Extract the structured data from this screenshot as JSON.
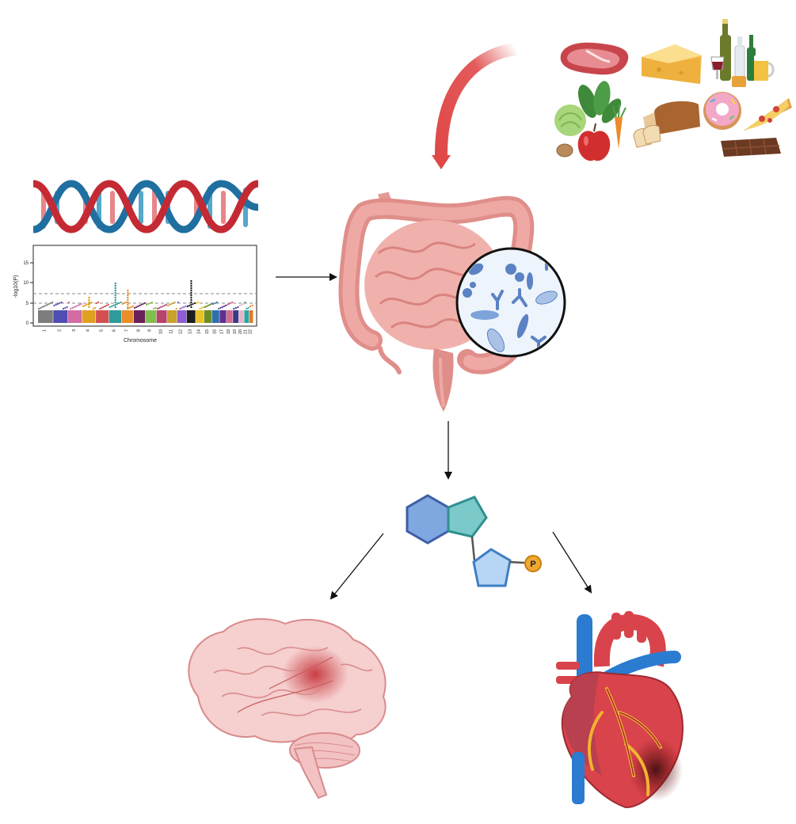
{
  "figure": {
    "manhattan": {
      "y_axis_label": "-log10(P)",
      "x_axis_label": "Chromosome",
      "y_ticks": [
        "0",
        "5",
        "10",
        "15"
      ],
      "chromosomes": [
        "1",
        "2",
        "3",
        "4",
        "5",
        "6",
        "7",
        "8",
        "9",
        "10",
        "11",
        "12",
        "13",
        "14",
        "15",
        "16",
        "17",
        "18",
        "19",
        "20",
        "21",
        "22"
      ]
    },
    "phosphate_label": "P"
  },
  "colors": {
    "arrow": "#111111",
    "diet_arrow": "#e04848",
    "gut": "#e59a96",
    "microbe": "#5b82c4",
    "hexagon": "#7fa7e0",
    "pentagon_teal": "#7cc9c9",
    "pentagon_blue": "#b7d6f5",
    "phosphate": "#f0a830",
    "brain": "#f6cfcf",
    "heart_red": "#d9434b",
    "heart_blue": "#2b7bd1"
  },
  "icons": [
    "dna-icon",
    "food-icon",
    "gut-icon",
    "microbiome-icon",
    "metabolite-icon",
    "brain-icon",
    "heart-icon"
  ]
}
